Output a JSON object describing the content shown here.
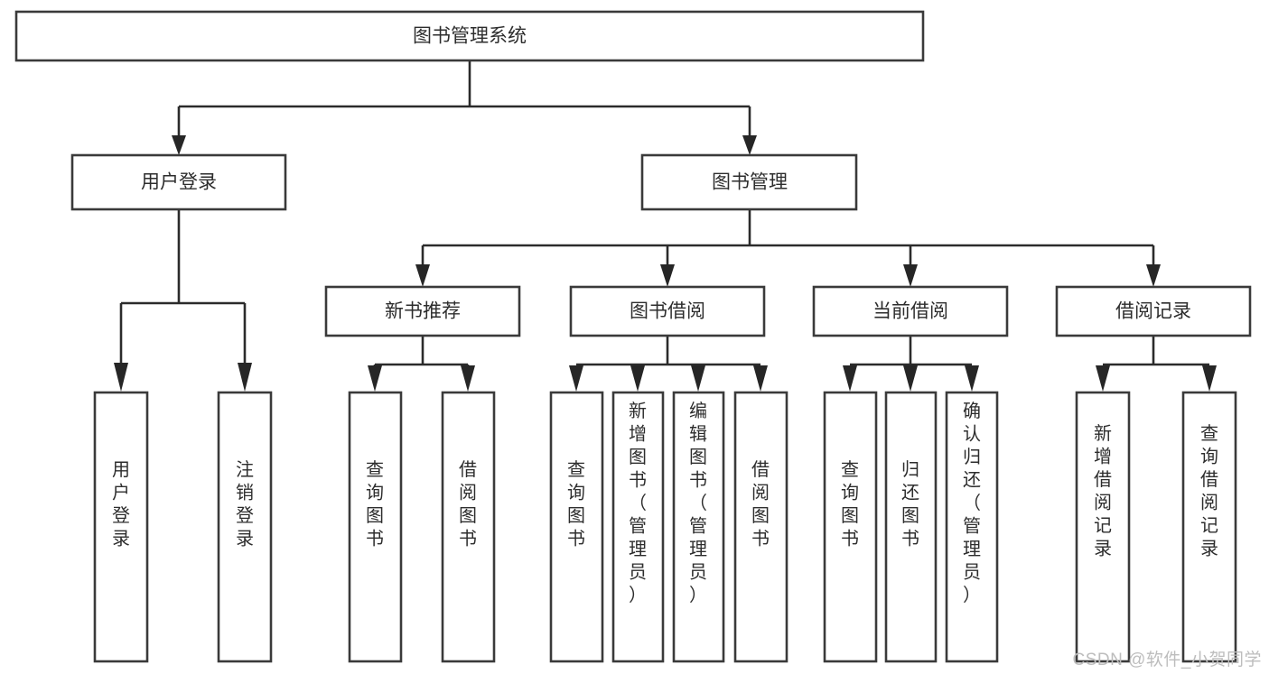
{
  "diagram": {
    "type": "tree-hierarchy",
    "title": "图书管理系统",
    "watermark": "CSDN @软件_小贺同学",
    "colors": {
      "box_stroke": "#3a3a3a",
      "box_fill": "#ffffff",
      "connector": "#2b2b2b",
      "text": "#2d2d2d",
      "watermark": "#bdbdbd",
      "background": "#ffffff"
    },
    "root": {
      "label": "图书管理系统"
    },
    "level2": [
      {
        "label": "用户登录"
      },
      {
        "label": "图书管理"
      }
    ],
    "level3": [
      {
        "label": "新书推荐"
      },
      {
        "label": "图书借阅"
      },
      {
        "label": "当前借阅"
      },
      {
        "label": "借阅记录"
      }
    ],
    "leaves": {
      "user_login": [
        {
          "label": "用户登录"
        },
        {
          "label": "注销登录"
        }
      ],
      "new_book_recommend": [
        {
          "label": "查询图书"
        },
        {
          "label": "借阅图书"
        }
      ],
      "book_borrow": [
        {
          "label": "查询图书"
        },
        {
          "label": "新增图书（管理员）"
        },
        {
          "label": "编辑图书（管理员）"
        },
        {
          "label": "借阅图书"
        }
      ],
      "current_borrow": [
        {
          "label": "查询图书"
        },
        {
          "label": "归还图书"
        },
        {
          "label": "确认归还（管理员）"
        }
      ],
      "borrow_record": [
        {
          "label": "新增借阅记录"
        },
        {
          "label": "查询借阅记录"
        }
      ]
    }
  }
}
